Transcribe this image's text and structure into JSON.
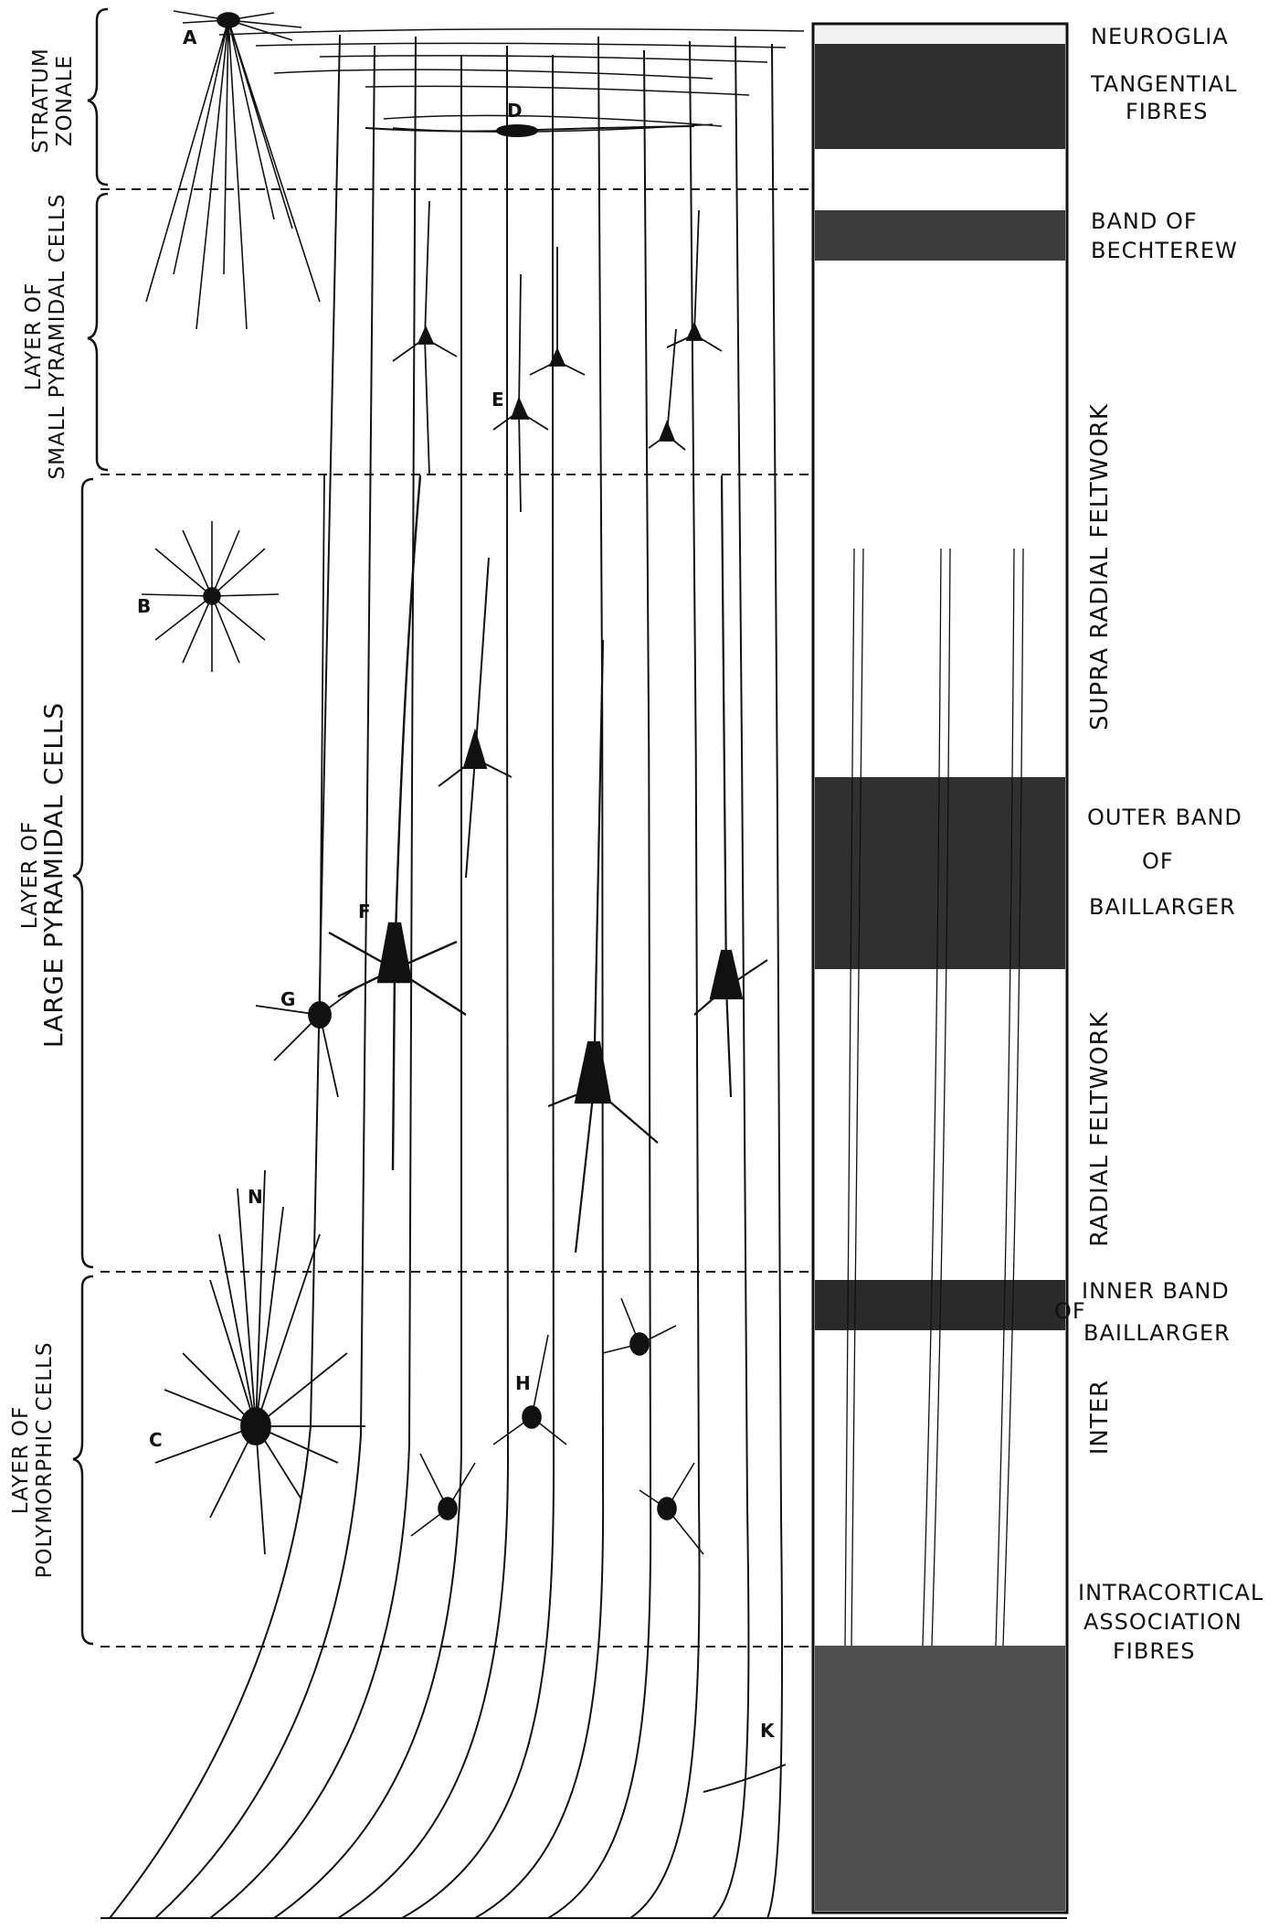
{
  "layers": [
    {
      "id": "stratum-zonale",
      "lines": [
        "STRATUM",
        "ZONALE"
      ]
    },
    {
      "id": "small-pyramidal",
      "lines": [
        "LAYER OF",
        "SMALL PYRAMIDAL CELLS"
      ]
    },
    {
      "id": "large-pyramidal",
      "lines": [
        "LAYER OF",
        "LARGE   PYRAMIDAL   CELLS"
      ]
    },
    {
      "id": "polymorphic",
      "lines": [
        "LAYER OF",
        "POLYMORPHIC CELLS"
      ]
    }
  ],
  "right_labels": {
    "neuroglia": "NEUROGLIA",
    "tangential_1": "TANGENTIAL",
    "tangential_2": "FIBRES",
    "bechterew_1": "BAND OF",
    "bechterew_2": "BECHTEREW",
    "supra_radial": "SUPRA RADIAL  FELTWORK",
    "outer_baillarger_1": "OUTER BAND",
    "outer_baillarger_2": "OF",
    "outer_baillarger_3": "BAILLARGER",
    "radial_feltwork": "RADIAL  FELTWORK",
    "inner_baillarger_1": "INNER BAND",
    "inner_baillarger_2": "OF",
    "inner_baillarger_3": "BAILLARGER",
    "inter": "INTER",
    "intracortical_1": "INTRACORTICAL",
    "intracortical_2": "ASSOCIATION",
    "intracortical_3": "FIBRES"
  },
  "cell_labels": {
    "A": "A",
    "B": "B",
    "C": "C",
    "D": "D",
    "E": "E",
    "F": "F",
    "G": "G",
    "H": "H",
    "K": "K",
    "N": "N"
  },
  "colors": {
    "ink": "#111111",
    "paper": "#ffffff"
  }
}
